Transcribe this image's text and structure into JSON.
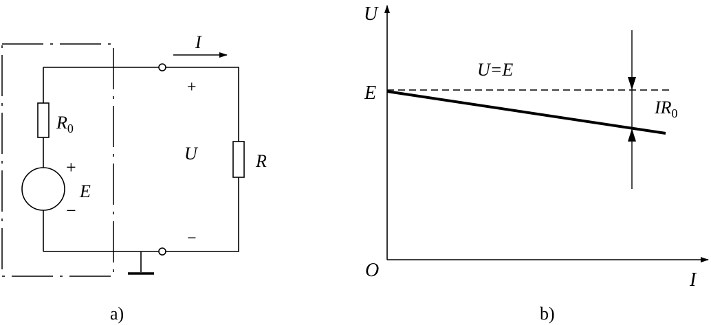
{
  "circuit": {
    "caption": "a)",
    "current_label": "I",
    "resistor_internal_label": "R",
    "resistor_internal_subscript": "0",
    "source_label": "E",
    "source_plus": "+",
    "source_minus": "−",
    "terminal_plus": "+",
    "terminal_minus": "−",
    "voltage_label": "U",
    "load_label": "R"
  },
  "graph": {
    "caption": "b)",
    "y_axis_label": "U",
    "x_axis_label": "I",
    "origin_label": "O",
    "intercept_label": "E",
    "ideal_line_label": "U=E",
    "drop_label": "IR",
    "drop_subscript": "0"
  }
}
